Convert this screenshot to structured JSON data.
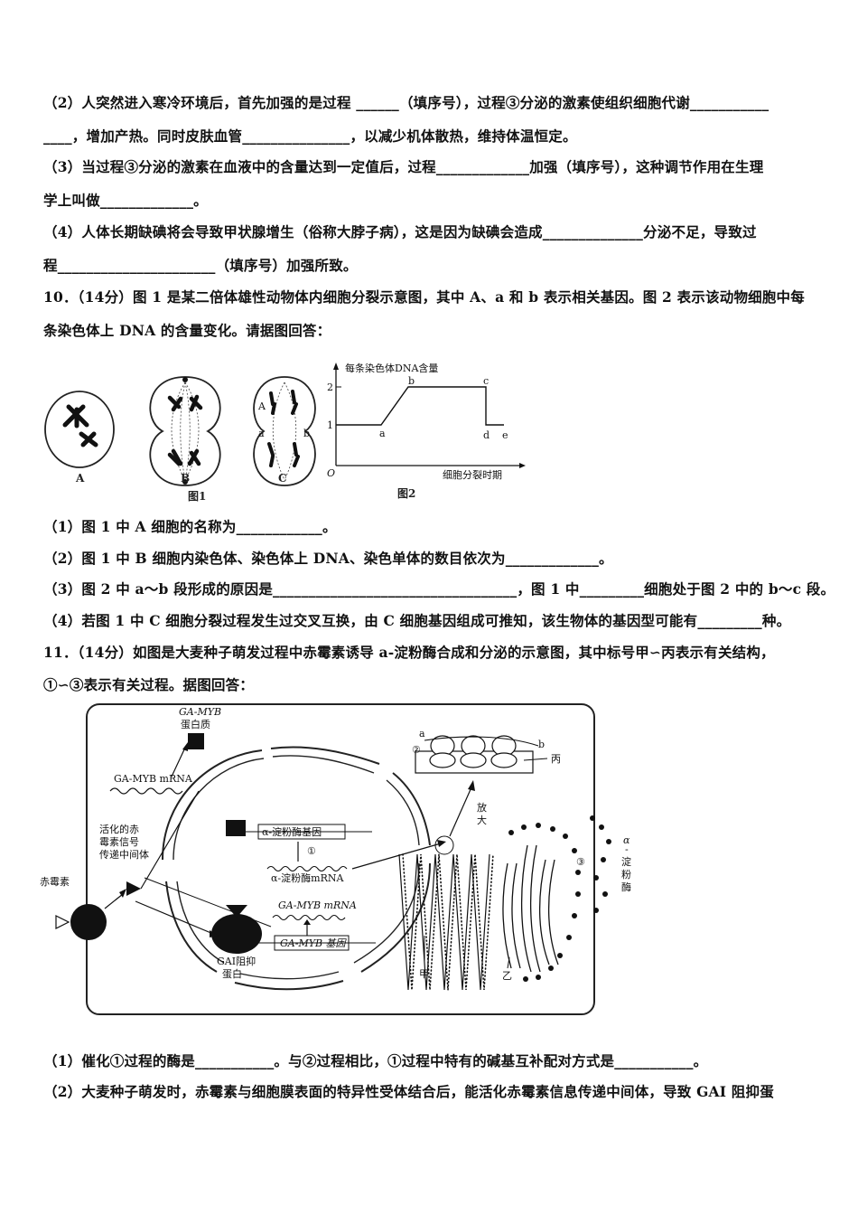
{
  "q9": {
    "p2a": "（2）人突然进入寒冷环境后，首先加强的是过程 ______（填序号），过程③分泌的激素使组织细胞代谢___________",
    "p2b": "____，增加产热。同时皮肤血管_______________，以减少机体散热，维持体温恒定。",
    "p3a": "（3）当过程③分泌的激素在血液中的含量达到一定值后，过程_____________加强（填序号），这种调节作用在生理",
    "p3b": "学上叫做_____________。",
    "p4a": "（4）人体长期缺碘将会导致甲状腺增生（俗称大脖子病），这是因为缺碘会造成______________分泌不足，导致过",
    "p4b": "程______________________（填序号）加强所致。"
  },
  "q10": {
    "intro_a": "10．（14分）图 1 是某二倍体雄性动物体内细胞分裂示意图，其中 A、a 和 b 表示相关基因。图 2 表示该动物细胞中每",
    "intro_b": "条染色体上 DNA 的含量变化。请据图回答：",
    "fig1": {
      "label_a": "A",
      "label_b": "B",
      "label_c": "C",
      "caption": "图1",
      "gene_a_upper": "A",
      "gene_a_lower": "a",
      "gene_b": "b"
    },
    "fig2": {
      "ylabel": "每条染色体DNA含量",
      "xlabel": "细胞分裂时期",
      "caption": "图2",
      "origin": "O",
      "y_ticks": [
        "1",
        "2"
      ],
      "points": [
        "a",
        "b",
        "c",
        "d",
        "e"
      ]
    },
    "s1": "（1）图 1 中 A 细胞的名称为____________。",
    "s2": "（2）图 1 中 B 细胞内染色体、染色体上 DNA、染色单体的数目依次为_____________。",
    "s3": "（3）图 2 中 a～b 段形成的原因是__________________________________，图 1 中_________细胞处于图 2 中的 b～c 段。",
    "s4": "（4）若图 1 中 C 细胞分裂过程发生过交叉互换，由 C 细胞基因组成可推知，该生物体的基因型可能有_________种。"
  },
  "q11": {
    "intro_a": "11．（14分）如图是大麦种子萌发过程中赤霉素诱导 a-淀粉酶合成和分泌的示意图，其中标号甲∽丙表示有关结构，",
    "intro_b": "①∽③表示有关过程。据图回答：",
    "fig": {
      "gamyb_protein_1": "GA-MYB",
      "gamyb_protein_2": "蛋白质",
      "gamyb_mrna_top": "GA-MYB mRNA",
      "activated_1": "活化的赤",
      "activated_2": "霉素信号",
      "activated_3": "传递中间体",
      "gibberellin": "赤霉素",
      "amylase_gene": "α-淀粉酶基因",
      "step1": "①",
      "amylase_mrna": "α-淀粉酶mRNA",
      "gamyb_mrna_mid": "GA-MYB mRNA",
      "gamyb_gene": "GA-MYB 基因",
      "gai_1": "GAI阻抑",
      "gai_2": "蛋白",
      "magnify_1": "放",
      "magnify_2": "大",
      "label_a": "a",
      "label_b": "b",
      "step2": "②",
      "bing": "丙",
      "jia": "甲",
      "yi": "乙",
      "step3": "③",
      "amylase_side_1": "α",
      "amylase_side_2": "-",
      "amylase_side_3": "淀",
      "amylase_side_4": "粉",
      "amylase_side_5": "酶"
    },
    "s1": "（1）催化①过程的酶是___________。与②过程相比，①过程中特有的碱基互补配对方式是___________。",
    "s2": "（2）大麦种子萌发时，赤霉素与细胞膜表面的特异性受体结合后，能活化赤霉素信息传递中间体，导致 GAI 阻抑蛋"
  }
}
